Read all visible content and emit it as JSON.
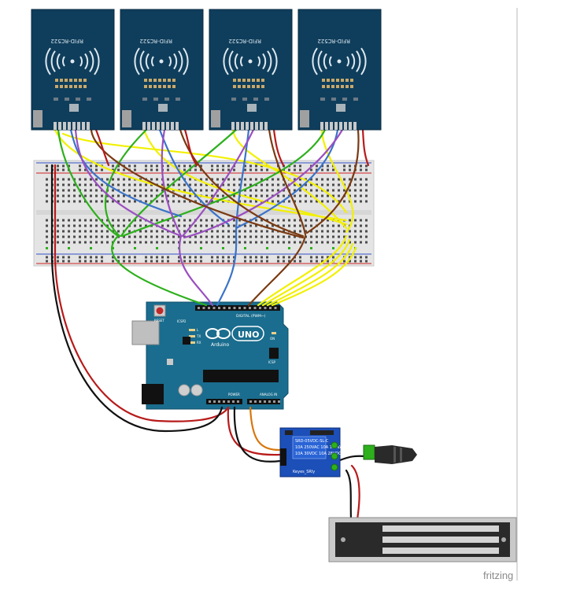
{
  "rfid_modules": [
    {
      "label": "RFID-RC522"
    },
    {
      "label": "RFID-RC522"
    },
    {
      "label": "RFID-RC522"
    },
    {
      "label": "RFID-RC522"
    }
  ],
  "arduino": {
    "logo": "UNO",
    "brand": "Arduino",
    "reset_label": "RESET",
    "icsp2_label": "ICSP2",
    "icsp_label": "ICSP",
    "digital_label": "DIGITAL (PWM~)",
    "analog_label": "ANALOG IN",
    "power_label": "POWER",
    "tx_label": "TX",
    "rx_label": "RX",
    "l_label": "L",
    "on_label": "ON"
  },
  "relay": {
    "model_text": "SRD-05VDC-SL-C",
    "line1": "10A 250VAC 10A 125VAC",
    "line2": "10A 30VDC 10A 28VDC",
    "brand": "Keyes_SRly"
  },
  "watermark": "fritzing",
  "colors": {
    "pcb_rfid": "#0f3e5c",
    "pcb_arduino": "#1a6d8e",
    "breadboard": "#e3e3e3",
    "wire_yellow": "#f2f000",
    "wire_green": "#2db01c",
    "wire_blue": "#3a73c9",
    "wire_purple": "#9a4fc0",
    "wire_brown": "#7a3a12",
    "wire_red": "#b81a1a",
    "wire_black": "#111111",
    "wire_orange": "#d8760a",
    "relay_blue": "#1c4fb8",
    "lock_silver": "#bfbfbf"
  },
  "icons": [
    "rfid-antenna-icon",
    "arduino-infinity-logo-icon",
    "reset-button-icon",
    "dc-barrel-jack-icon"
  ]
}
